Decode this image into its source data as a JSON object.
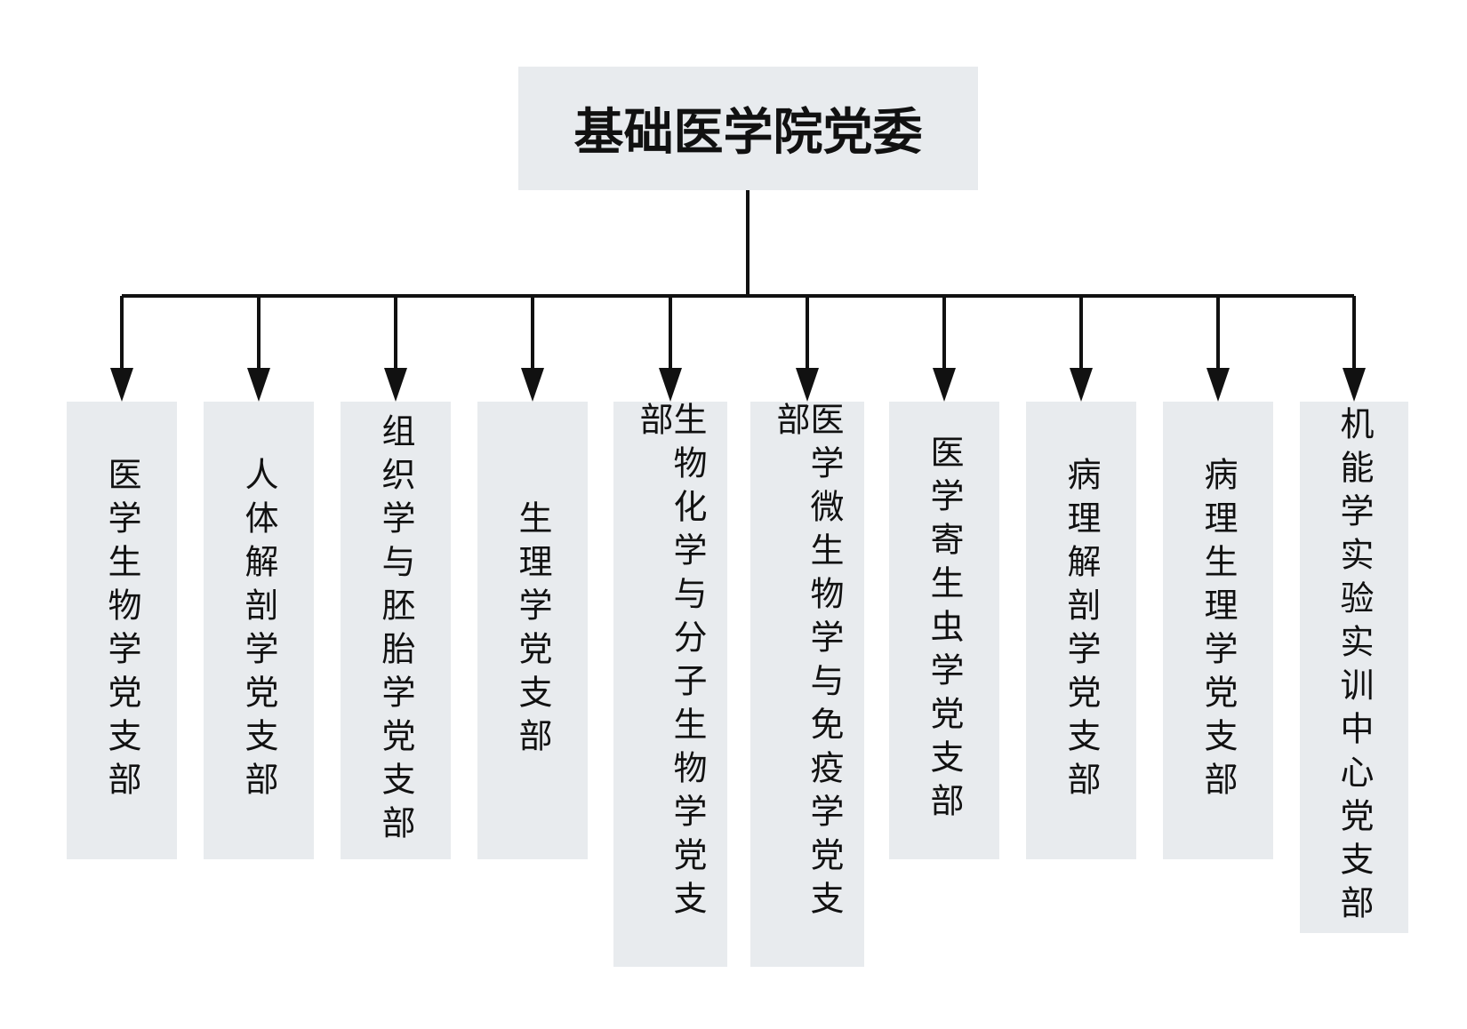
{
  "root": {
    "title": "基础医学院党委"
  },
  "branches": [
    {
      "label": "医学生物学党支部"
    },
    {
      "label": "人体解剖学党支部"
    },
    {
      "label": "组织学与胚胎学党支部"
    },
    {
      "label": "生理学党支部"
    },
    {
      "label": "生物化学与分子生物学党支部"
    },
    {
      "label": "医学微生物学与免疫学党支部"
    },
    {
      "label": "医学寄生虫学党支部"
    },
    {
      "label": "病理解剖学党支部"
    },
    {
      "label": "病理生理学党支部"
    },
    {
      "label": "机能学实验实训中心党支部"
    }
  ],
  "colors": {
    "box_fill": "#e8ebee",
    "line": "#111111",
    "text": "#111111"
  }
}
